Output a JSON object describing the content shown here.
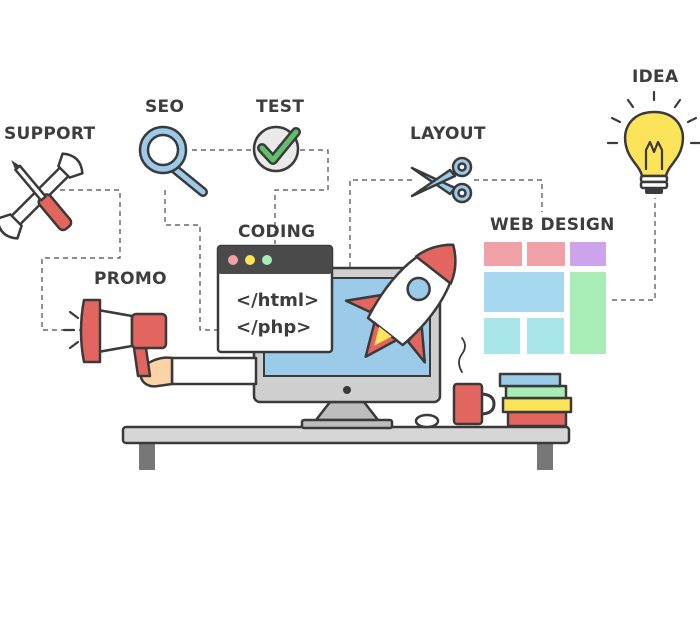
{
  "labels": {
    "support": "SUPPORT",
    "seo": "SEO",
    "test": "TEST",
    "layout": "LAYOUT",
    "idea": "IDEA",
    "coding": "CODING",
    "web_design": "WEB DESIGN",
    "promo": "PROMO"
  },
  "code_window": {
    "line1": "</html>",
    "line2": "</php>"
  },
  "colors": {
    "outline": "#3a3a3a",
    "blue": "#9ccbea",
    "red": "#e2655f",
    "green": "#5fbf6d",
    "yellow": "#fbe35a",
    "pink": "#f0a1a8",
    "lavender": "#cda3ec",
    "mint": "#a8ecb6",
    "cyan": "#a9e6ea"
  },
  "icons": [
    "wrench-screwdriver-icon",
    "magnifier-icon",
    "checkmark-icon",
    "scissors-icon",
    "lightbulb-icon",
    "megaphone-icon",
    "rocket-icon",
    "coffee-mug-icon",
    "books-icon",
    "mouse-icon",
    "monitor-icon"
  ]
}
